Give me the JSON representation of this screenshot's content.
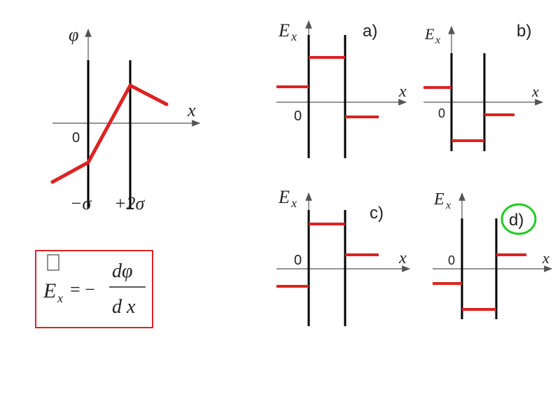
{
  "potential_graph": {
    "y_label": "φ",
    "x_label": "x",
    "origin_label": "0",
    "sheet1_label": "−σ",
    "sheet2_label": "+2σ"
  },
  "formula": {
    "lhs": "E",
    "subscript": "x",
    "equals_minus": "= −",
    "numerator": "dφ",
    "denominator": "d x",
    "vector_mark": "⃗"
  },
  "options": [
    {
      "id": "a",
      "label": "a)",
      "y_label": "E",
      "y_sub": "x",
      "x_label": "x",
      "origin_label": "0"
    },
    {
      "id": "b",
      "label": "b)",
      "y_label": "E",
      "y_sub": "x",
      "x_label": "x",
      "origin_label": "0"
    },
    {
      "id": "c",
      "label": "c)",
      "y_label": "E",
      "y_sub": "x",
      "x_label": "x",
      "origin_label": "0"
    },
    {
      "id": "d",
      "label": "d)",
      "y_label": "E",
      "y_sub": "x",
      "x_label": "x",
      "origin_label": "0",
      "selected": true
    }
  ],
  "colors": {
    "curve": "#dd2222",
    "highlight": "#22cc22",
    "formula_border": "#dd2222"
  }
}
